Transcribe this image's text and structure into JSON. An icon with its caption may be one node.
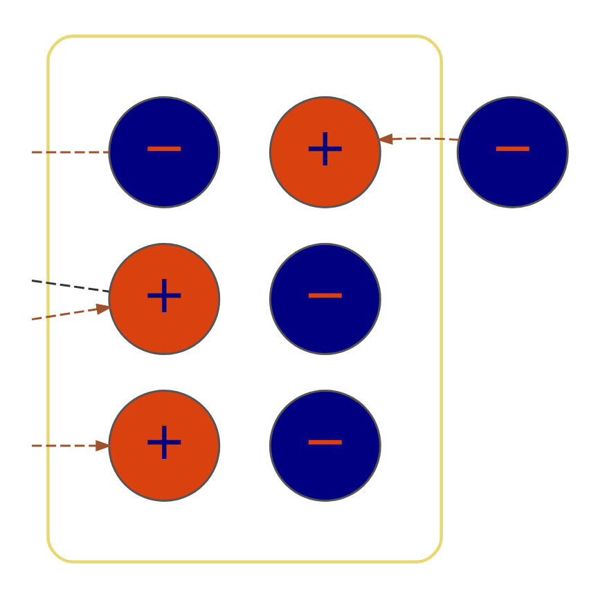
{
  "diagram": {
    "nodes": [
      {
        "text": [],
        "shape": "ellipse"
      },
      {
        "text": [
          "+"
        ],
        "in": 0
      },
      {
        "text": [
          "−"
        ],
        "in": 0
      },
      {
        "text": [
          "−"
        ],
        "in": 0
      },
      {
        "text": [
          "+"
        ],
        "in": 0
      },
      {
        "text": [
          "+"
        ],
        "in": 0
      },
      {
        "text": [
          "−"
        ],
        "in": 0
      },
      {
        "text": [
          "−"
        ]
      }
    ],
    "edges": [
      {
        "from": null,
        "to": 1,
        "arrow": "none",
        "style": "dashed",
        "color": "#333333"
      },
      {
        "from": null,
        "to": 2,
        "arrow": "none",
        "style": "dashed"
      },
      {
        "from": null,
        "to": 1,
        "arrow": "to",
        "style": "dashed"
      },
      {
        "from": null,
        "to": 5,
        "arrow": "to",
        "style": "dashed"
      },
      {
        "from": 7,
        "to": 4,
        "arrow": "to",
        "style": "dashed"
      }
    ]
  }
}
